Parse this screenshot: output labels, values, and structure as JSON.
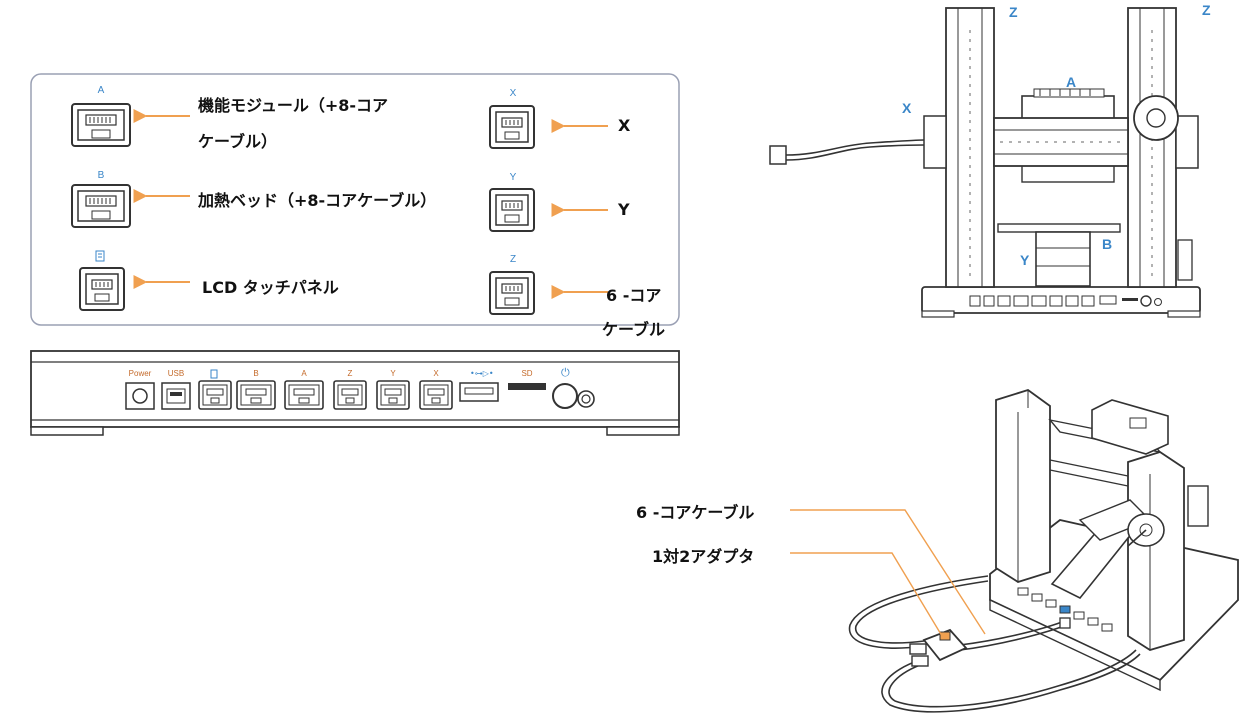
{
  "ports_panel": {
    "top_a_letter": "A",
    "top_a_desc_line1": "機能モジュール（+8-コア",
    "top_a_desc_line2": "ケーブル）",
    "top_b_letter": "B",
    "top_b_desc": "加熱ベッド（+8-コアケーブル）",
    "top_lcd_desc": "LCD タッチパネル",
    "top_x_letter": "X",
    "top_x_desc": "X",
    "top_y_letter": "Y",
    "top_y_desc": "Y",
    "top_z_letter": "Z",
    "top_z_desc_line1": "6 -コア",
    "top_z_desc_line2": "ケーブル"
  },
  "controller_bar": {
    "power": "Power",
    "usb": "USB",
    "b": "B",
    "a": "A",
    "z": "Z",
    "y": "Y",
    "x": "X",
    "sd": "SD"
  },
  "front_view": {
    "z_left": "Z",
    "z_right": "Z",
    "x": "X",
    "a": "A",
    "b": "B",
    "y": "Y"
  },
  "iso_view": {
    "callout_cable": "6 -コアケーブル",
    "callout_adapter": "1対2アダプタ"
  },
  "colors": {
    "arrow": "#f0a050",
    "port_letter": "#3a86c8",
    "line": "#333333"
  }
}
